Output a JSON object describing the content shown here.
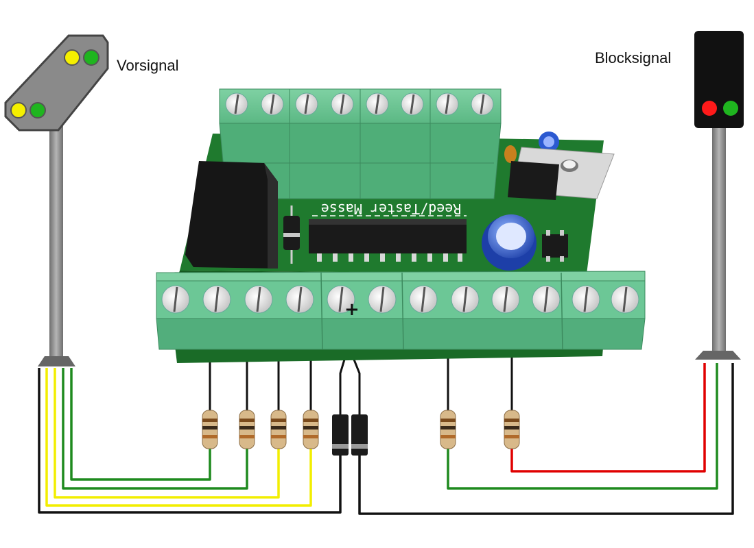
{
  "labels": {
    "pre_signal": "Vorsignal",
    "block_signal": "Blocksignal",
    "pcb_silkscreen": "Reed/Taster Masse",
    "plus_mark": "+"
  },
  "colors": {
    "wire_yellow": "#f2ee00",
    "wire_green": "#1e8a1e",
    "wire_red": "#e00000",
    "wire_black": "#111111",
    "terminal_green": "#5fbf8a",
    "pcb_green": "#1f7a2e",
    "lamp_yellow": "#f5f000",
    "lamp_green": "#1fb51f",
    "lamp_red": "#ff1a1a",
    "signal_gray": "#8a8a8a",
    "block_head": "#111111"
  },
  "icons": [
    "pre-signal-icon",
    "block-signal-icon",
    "resistor-icon",
    "diode-icon",
    "relay-icon",
    "capacitor-icon",
    "ic-chip-icon",
    "voltage-regulator-icon"
  ]
}
